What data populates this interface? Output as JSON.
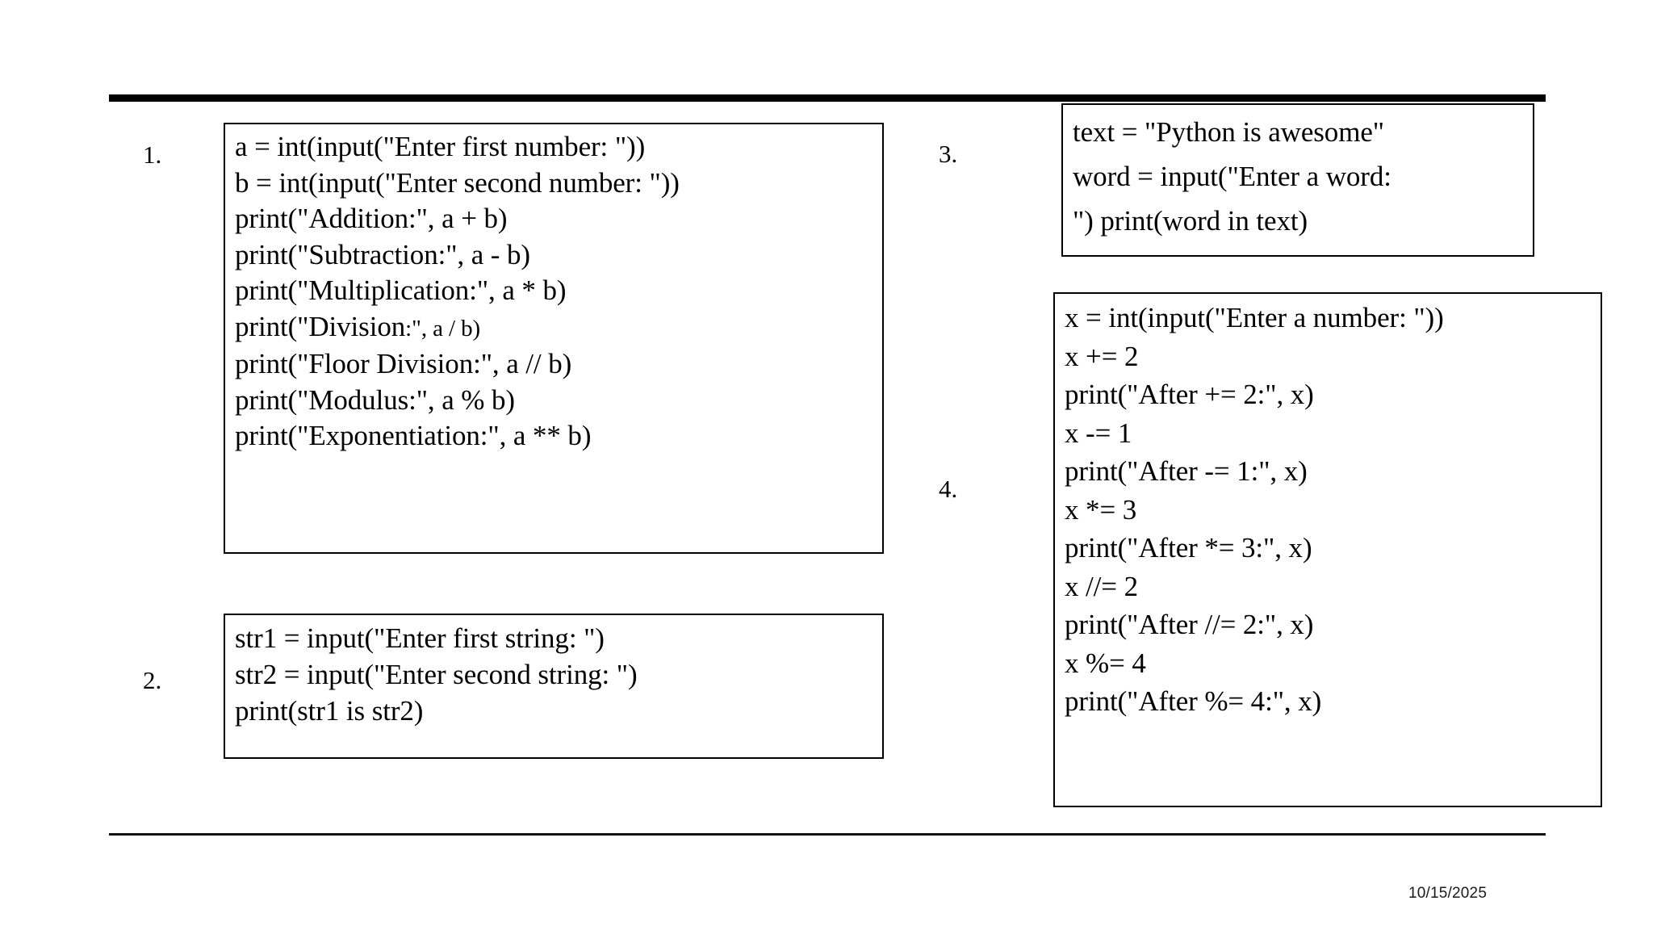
{
  "document": {
    "footer_date": "10/15/2025"
  },
  "markers": {
    "one": "1.",
    "two": "2.",
    "three": "3.",
    "four": "4."
  },
  "boxes": {
    "box1": {
      "lines": [
        "a = int(input(\"Enter first number: \"))",
        "b = int(input(\"Enter second number: \"))",
        "print(\"Addition:\", a + b)",
        "print(\"Subtraction:\", a - b)",
        "print(\"Multiplication:\", a * b)",
        "print(\"Division:\", a / b)",
        "print(\"Floor Division:\", a // b)",
        "print(\"Modulus:\", a % b)",
        "print(\"Exponentiation:\", a ** b)"
      ],
      "line6_head": "print(\"Division",
      "line6_tail": ":\", a / b)"
    },
    "box2": {
      "lines": [
        "str1 = input(\"Enter first string: \")",
        "str2 = input(\"Enter second string: \")",
        "print(str1 is str2)"
      ]
    },
    "box3": {
      "lines": [
        "text = \"Python is awesome\"",
        "word = input(\"Enter a word:",
        "\") print(word in text)"
      ]
    },
    "box4": {
      "lines": [
        "x = int(input(\"Enter a number: \"))",
        "x += 2",
        "print(\"After += 2:\", x)",
        "x -= 1",
        "print(\"After -= 1:\", x)",
        "x *= 3",
        "print(\"After *= 3:\", x)",
        "x //= 2",
        "print(\"After //= 2:\", x)",
        "x %= 4",
        "print(\"After %= 4:\", x)"
      ]
    }
  }
}
